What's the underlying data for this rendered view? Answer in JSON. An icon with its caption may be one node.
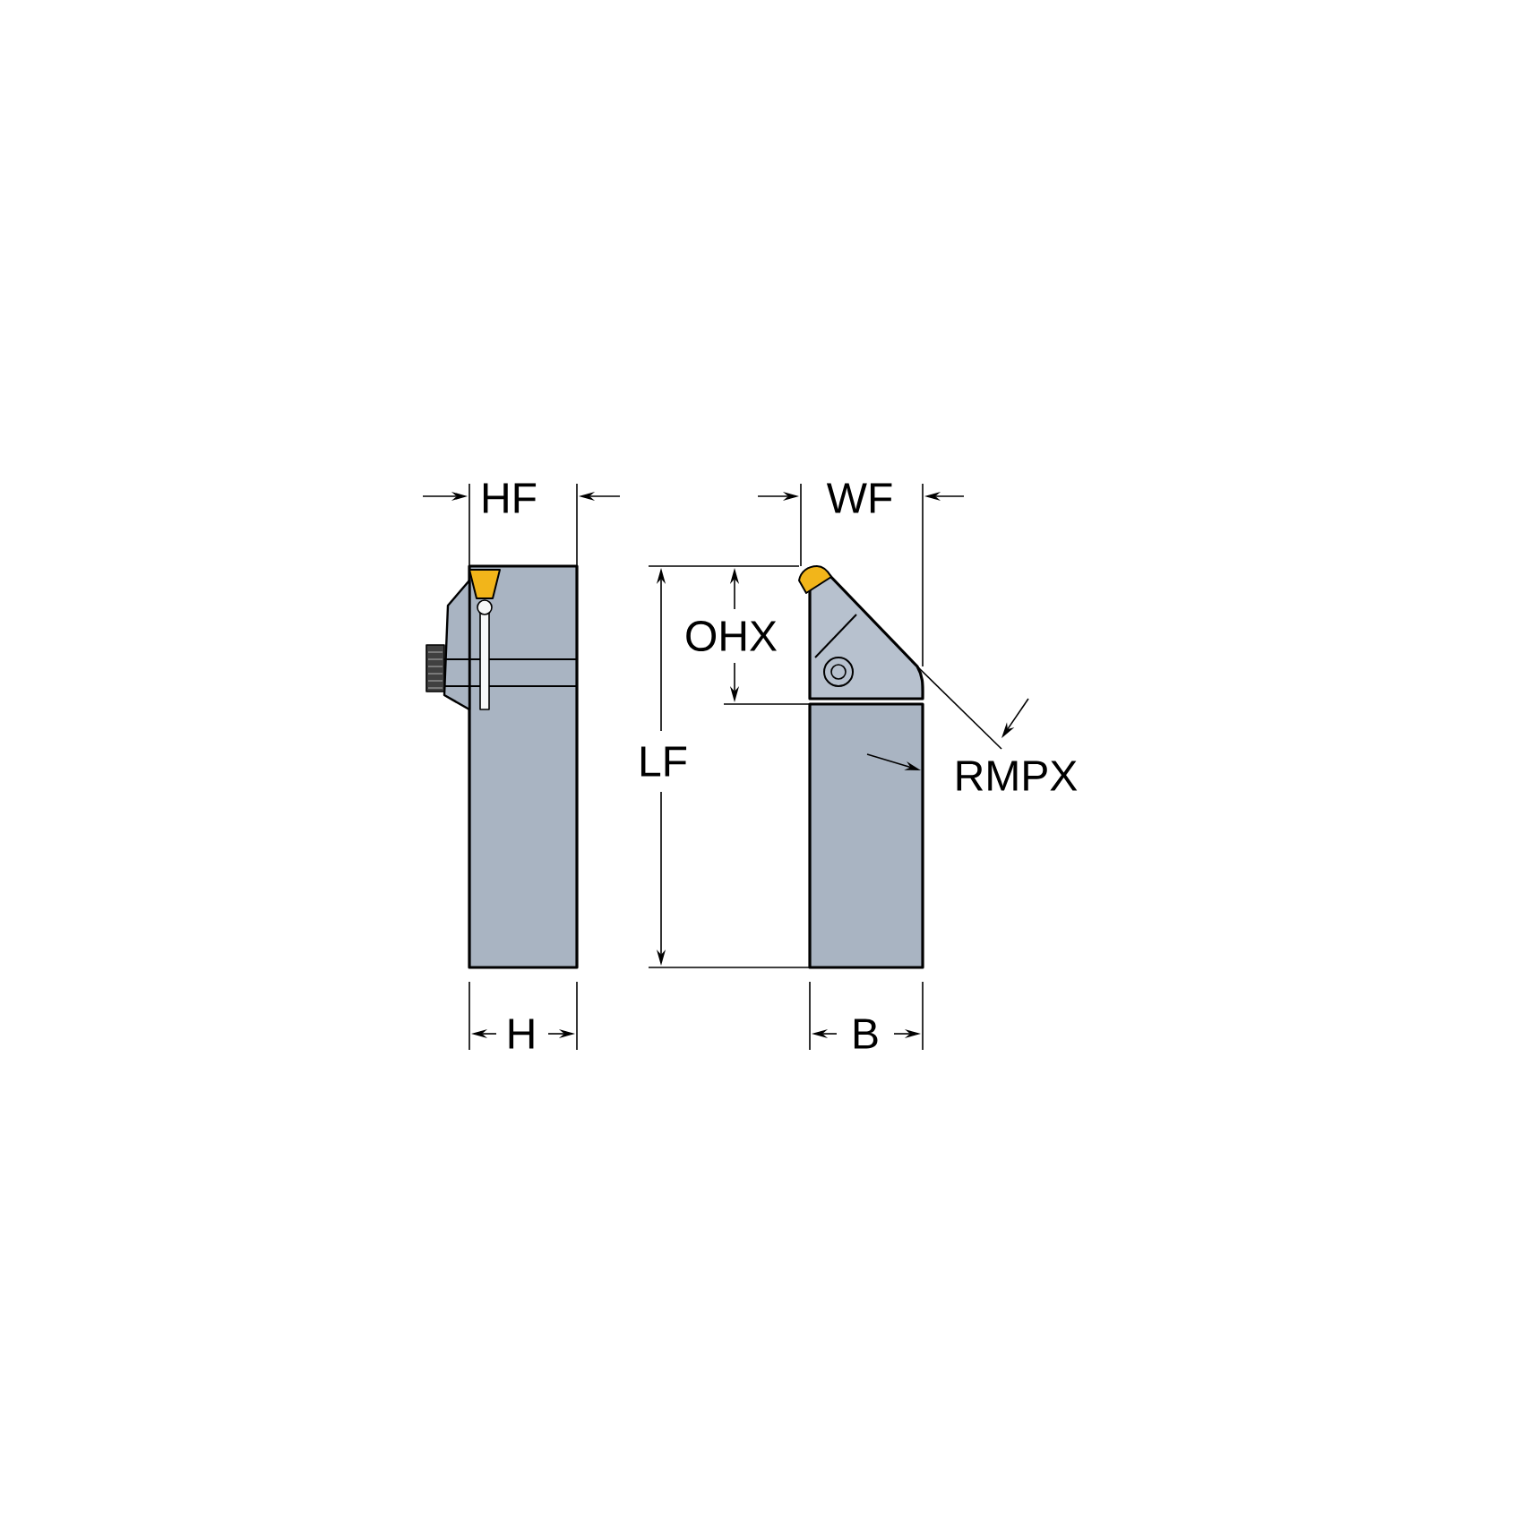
{
  "diagram": {
    "labels": [
      "HF",
      "WF",
      "OHX",
      "LF",
      "RMPX",
      "H",
      "B"
    ]
  }
}
